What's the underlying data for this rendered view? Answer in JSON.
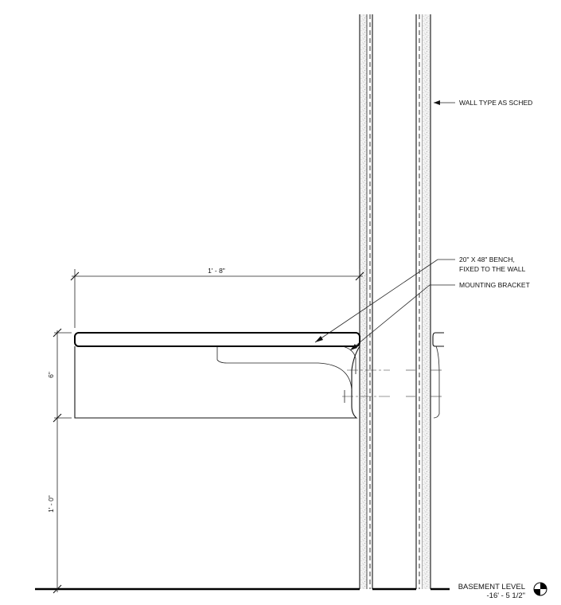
{
  "notes": {
    "wall_type": "WALL TYPE AS SCHED",
    "bench_line1": "20\" X 48\" BENCH,",
    "bench_line2": "FIXED TO THE WALL",
    "mounting": "MOUNTING BRACKET"
  },
  "dimensions": {
    "bench_depth": "1' - 8\"",
    "bench_height": "6\"",
    "seat_height": "1' - 0\""
  },
  "level": {
    "name": "BASEMENT LEVEL",
    "elevation": "-16' - 5 1/2\""
  },
  "colors": {
    "ink": "#111111",
    "insulation": "#9a9a9a",
    "paper": "#ffffff"
  }
}
